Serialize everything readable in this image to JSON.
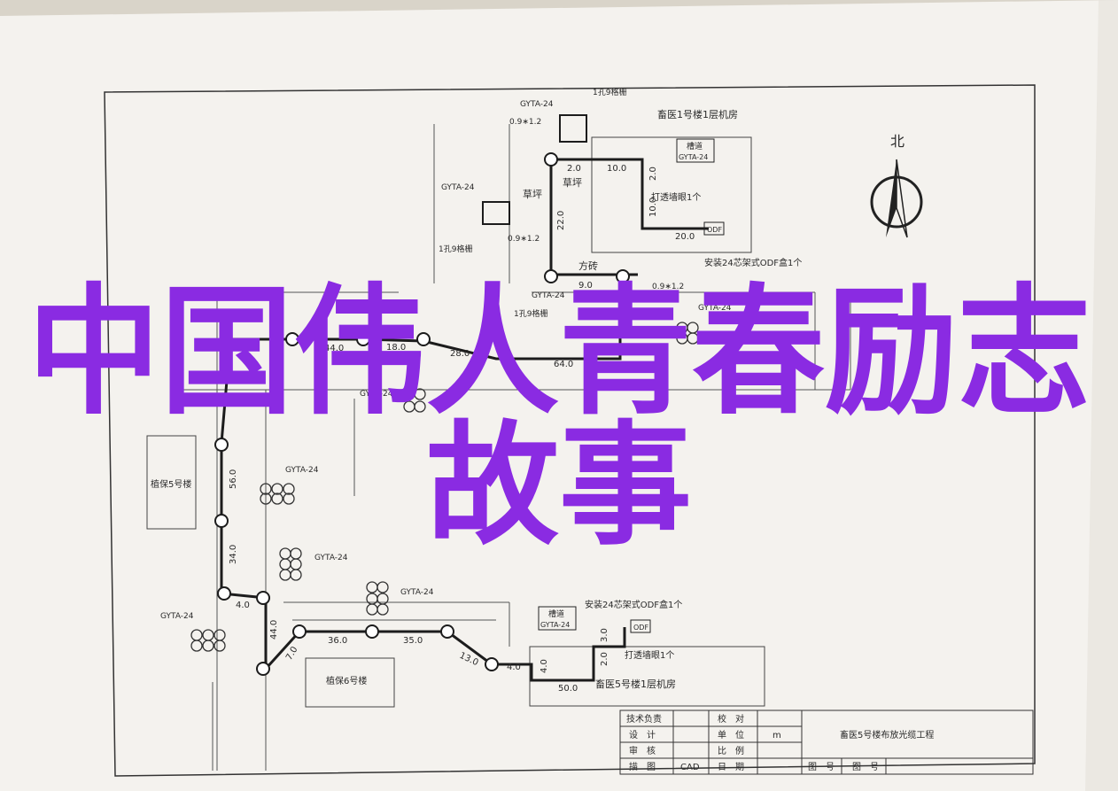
{
  "overlay_title": {
    "line1": "中国伟人青春励志",
    "line2": "故事",
    "color": "#8a2be2"
  },
  "plan": {
    "north": "北",
    "rooms": {
      "top": "畜医1号楼1层机房",
      "bottom": "畜医5号楼1层机房",
      "building5": "植保5号楼",
      "building6": "植保6号楼"
    },
    "labels": {
      "grass1": "草坪",
      "grass2": "草坪",
      "brick": "方砖",
      "cable": "GYTA-24",
      "grate": "1孔9格栅",
      "ratio": "0.9∗1.2",
      "pierce": "打透墙眼1个",
      "install": "安装24芯架式ODF盒1个",
      "odf": "ODF",
      "channel": "槽道"
    },
    "distances": [
      "2.0",
      "10.0",
      "22.0",
      "2.0",
      "10.0",
      "20.0",
      "9.0",
      "18.0",
      "28.0",
      "64.0",
      "44.0",
      "56.0",
      "34.0",
      "4.0",
      "44.0",
      "7.0",
      "36.0",
      "35.0",
      "13.0",
      "4.0",
      "4.0",
      "3.0",
      "2.0",
      "50.0"
    ],
    "title_block": {
      "rows": [
        [
          "技术负责",
          "校　对"
        ],
        [
          "设　计",
          "单　位",
          "m"
        ],
        [
          "审　核",
          "比　例"
        ],
        [
          "描　图",
          "CAD",
          "日　期",
          "图　号",
          "图　号"
        ]
      ],
      "project": "畜医5号楼布放光缆工程"
    }
  }
}
